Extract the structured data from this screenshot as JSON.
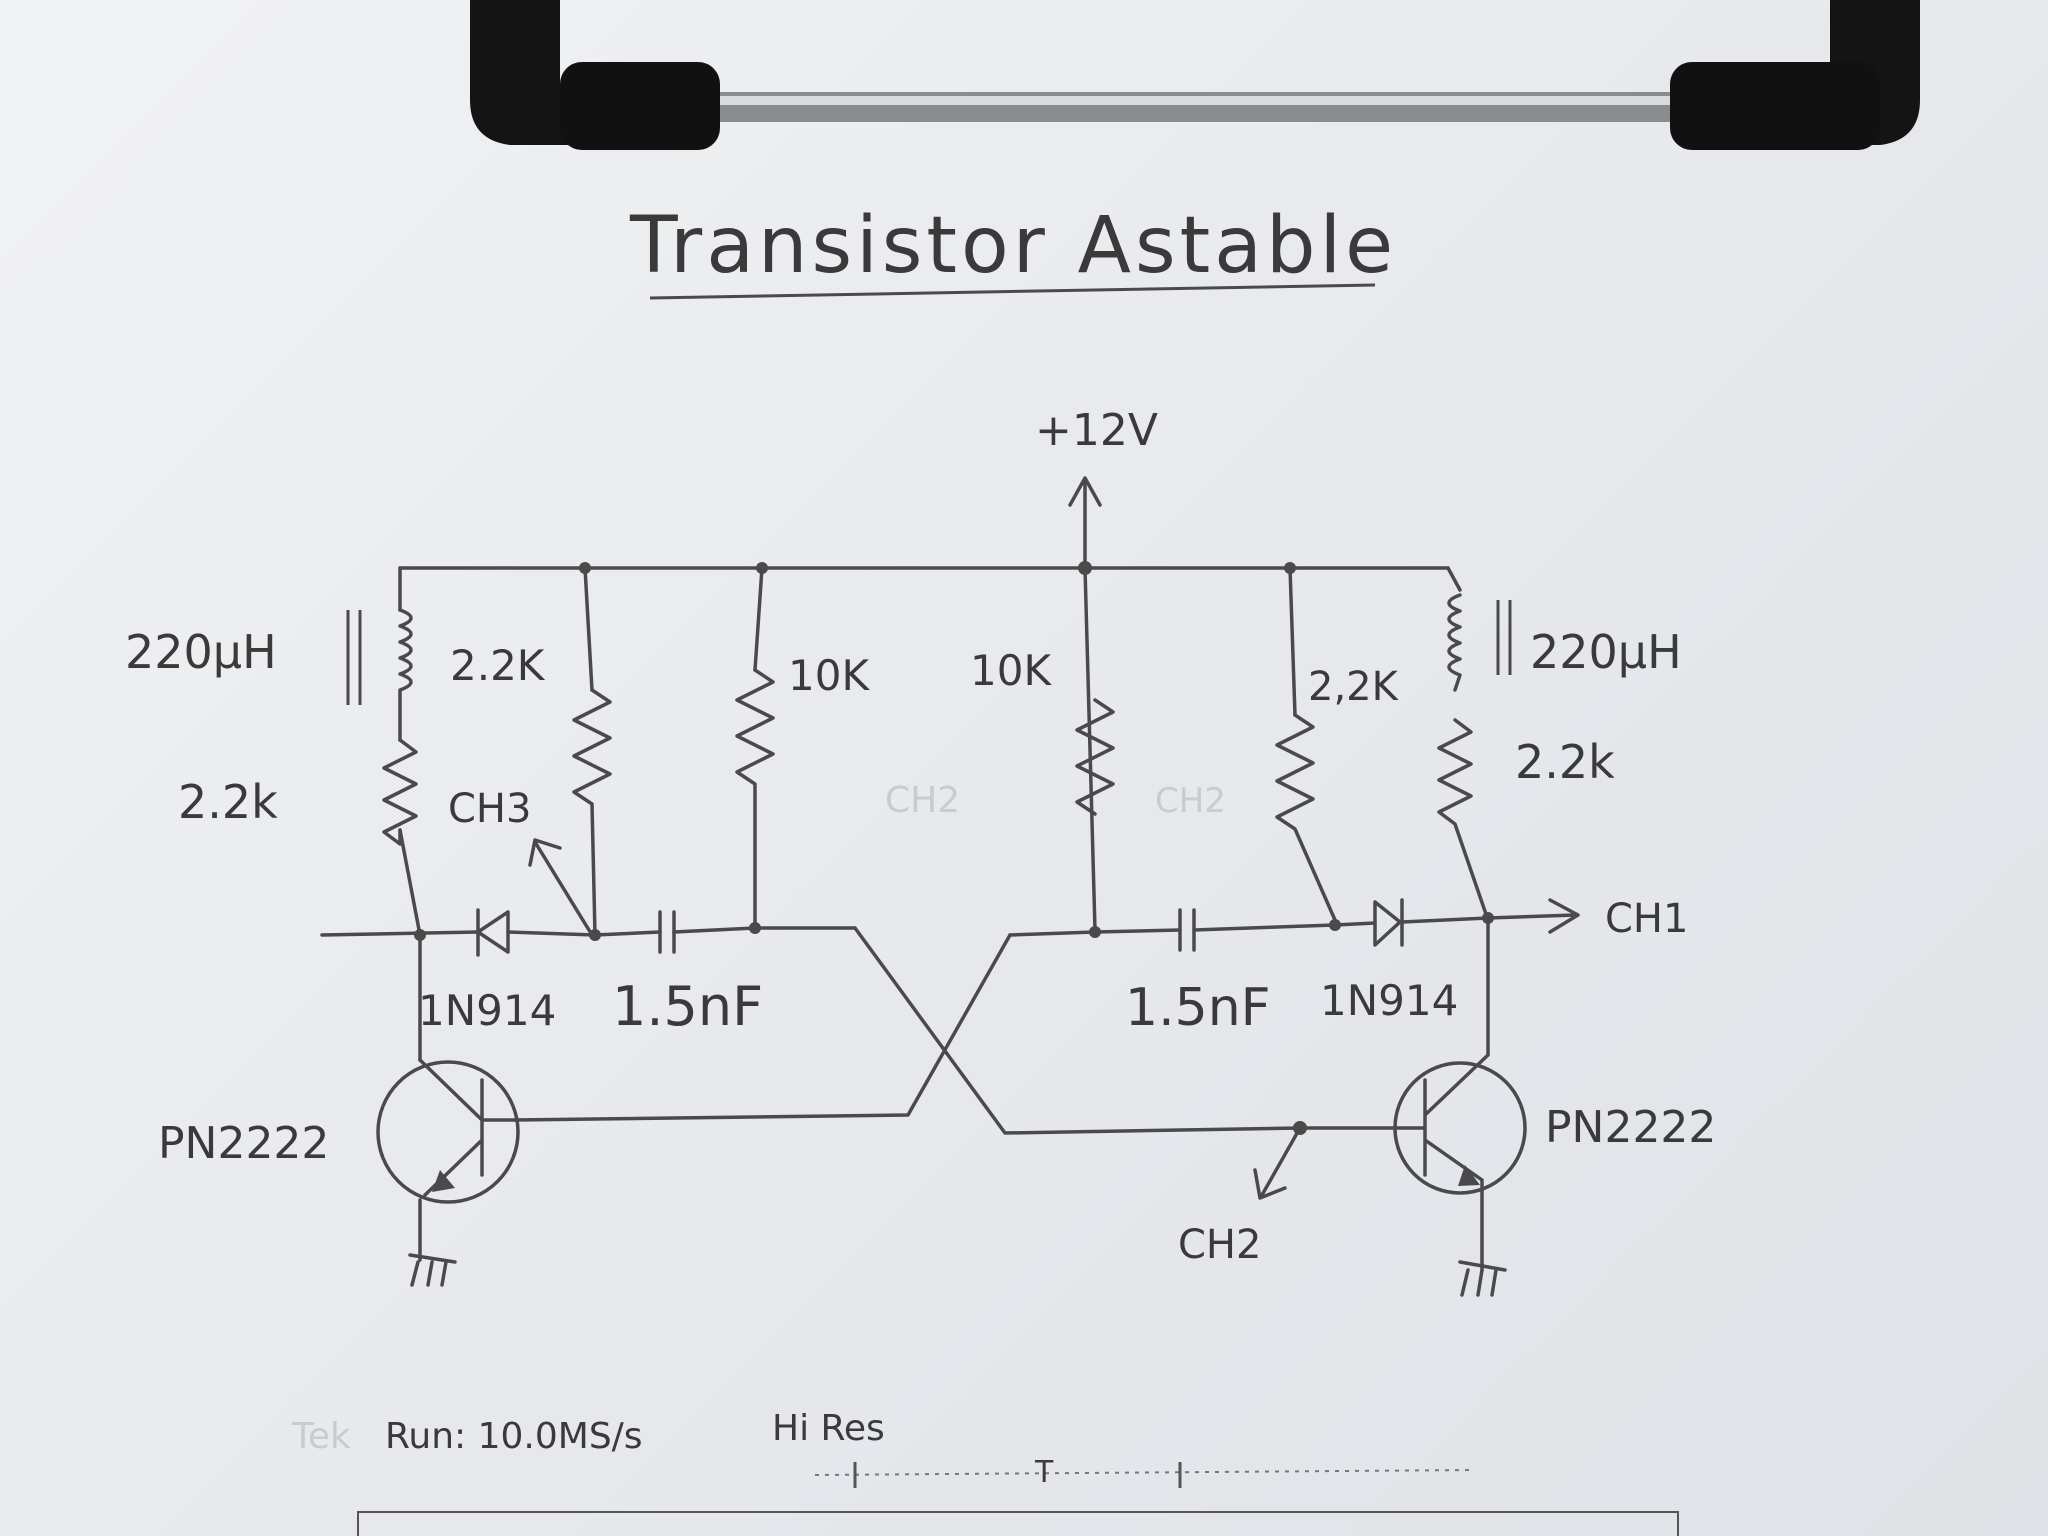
{
  "title": "Transistor Astable",
  "supply_label": "+12V",
  "left": {
    "inductor": "220μH",
    "collector_resistor": "2.2k",
    "base_resistor": "2.2K",
    "timing_resistor": "10K",
    "probe": "CH3",
    "diode": "1N914",
    "capacitor": "1.5nF",
    "transistor": "PN2222"
  },
  "right": {
    "inductor": "220μH",
    "collector_resistor": "2.2k",
    "base_resistor": "2,2K",
    "timing_resistor": "10K",
    "probe": "CH1",
    "diode": "1N914",
    "capacitor": "1.5nF",
    "transistor": "PN2222",
    "probe_base": "CH2"
  },
  "ghost_labels": [
    "CH2",
    "CH2"
  ],
  "scope": {
    "brand": "Tek",
    "status": "Run: 10.0MS/s",
    "mode": "Hi Res",
    "trigger_marker": "T"
  }
}
